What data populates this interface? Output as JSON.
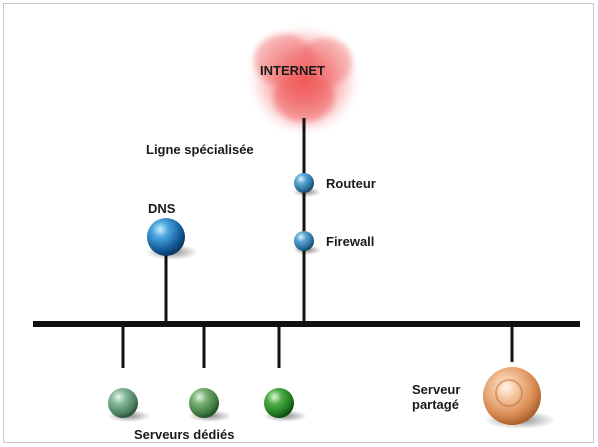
{
  "labels": {
    "internet": "INTERNET",
    "leased_line": "Ligne spécialisée",
    "router": "Routeur",
    "firewall": "Firewall",
    "dns": "DNS",
    "dedicated_servers": "Serveurs dédiés",
    "shared_server_line1": "Serveur",
    "shared_server_line2": "partagé"
  },
  "colors": {
    "internet_cloud": "#e63b3b",
    "network_line": "#111111",
    "router_node": "#2f7fb5",
    "dns_node": "#1f6fb0",
    "dedicated_server_1": "#5f9a73",
    "dedicated_server_2": "#4f9550",
    "dedicated_server_3": "#2f8a2f",
    "shared_server": "#e0915a"
  }
}
